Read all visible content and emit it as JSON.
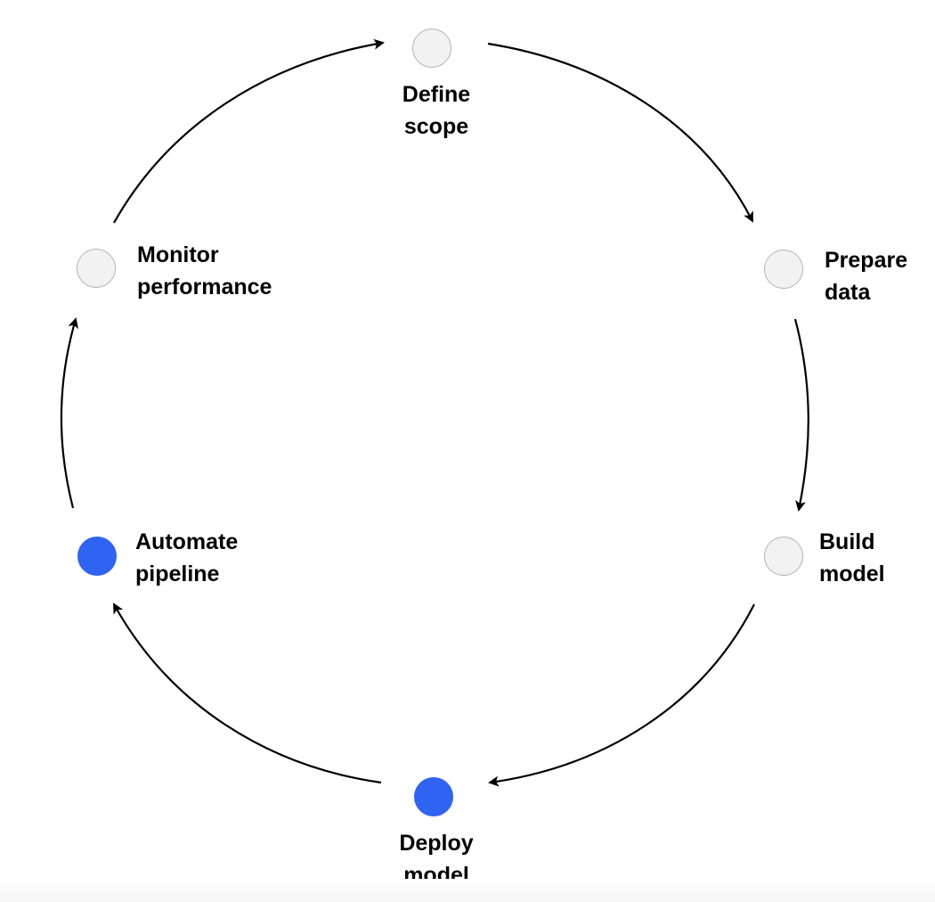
{
  "diagram": {
    "stages": [
      {
        "id": "define-scope",
        "line1": "Define",
        "line2": "scope",
        "active": false
      },
      {
        "id": "prepare-data",
        "line1": "Prepare",
        "line2": "data",
        "active": false
      },
      {
        "id": "build-model",
        "line1": "Build",
        "line2": "model",
        "active": false
      },
      {
        "id": "deploy-model",
        "line1": "Deploy",
        "line2": "model",
        "active": true
      },
      {
        "id": "automate-pipeline",
        "line1": "Automate",
        "line2": "pipeline",
        "active": true
      },
      {
        "id": "monitor-performance",
        "line1": "Monitor",
        "line2": "performance",
        "active": false
      }
    ],
    "colors": {
      "active_node": "#2f63f2",
      "inactive_node": "#f2f2f2",
      "inactive_border": "#b3b3b3",
      "arrow": "#000000",
      "text": "#000000"
    }
  }
}
